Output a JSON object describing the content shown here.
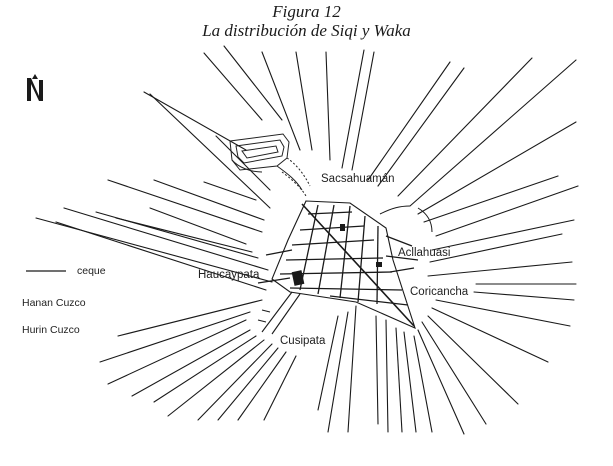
{
  "figure": {
    "number": "Figura 12",
    "title": "La distribución de Siqi y Waka"
  },
  "places": {
    "sacsahuaman": "Sacsahuamán",
    "acllahuasi": "Acllahuasi",
    "haucaypata": "Haucaypata",
    "coricancha": "Coricancha",
    "cusipata": "Cusipata"
  },
  "legend": {
    "ceque": "ceque",
    "hanan": "Hanan Cuzco",
    "hurin": "Hurin Cuzco"
  },
  "north_symbol": "N",
  "colors": {
    "ink": "#1a1a1a",
    "paper": "#ffffff"
  }
}
